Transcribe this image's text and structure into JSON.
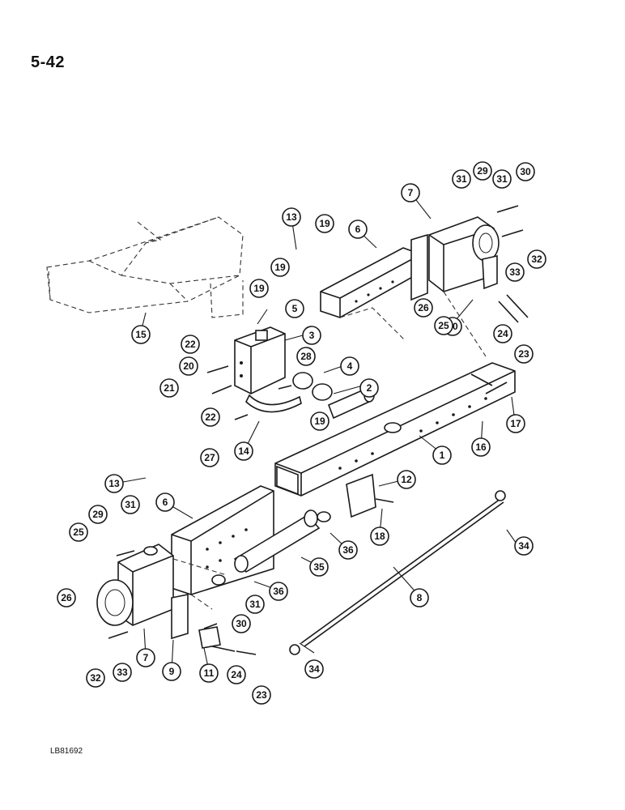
{
  "page": {
    "label": "5-42",
    "figure_code": "LB81692"
  },
  "callouts": {
    "c1": "1",
    "c2": "2",
    "c3": "3",
    "c4": "4",
    "c5": "5",
    "c6a": "6",
    "c6b": "6",
    "c7a": "7",
    "c7b": "7",
    "c8": "8",
    "c9": "9",
    "c10": "10",
    "c11": "11",
    "c12": "12",
    "c13a": "13",
    "c13b": "13",
    "c14": "14",
    "c15": "15",
    "c16": "16",
    "c17": "17",
    "c18": "18",
    "c19a": "19",
    "c19b": "19",
    "c19c": "19",
    "c19d": "19",
    "c20": "20",
    "c21": "21",
    "c22a": "22",
    "c22b": "22",
    "c23a": "23",
    "c23b": "23",
    "c24a": "24",
    "c24b": "24",
    "c25a": "25",
    "c25b": "25",
    "c26a": "26",
    "c26b": "26",
    "c27": "27",
    "c28": "28",
    "c29a": "29",
    "c29b": "29",
    "c30a": "30",
    "c30b": "30",
    "c31a": "31",
    "c31b": "31",
    "c31c": "31",
    "c31d": "31",
    "c32a": "32",
    "c32b": "32",
    "c33a": "33",
    "c33b": "33",
    "c34a": "34",
    "c34b": "34",
    "c35": "35",
    "c36a": "36",
    "c36b": "36"
  }
}
